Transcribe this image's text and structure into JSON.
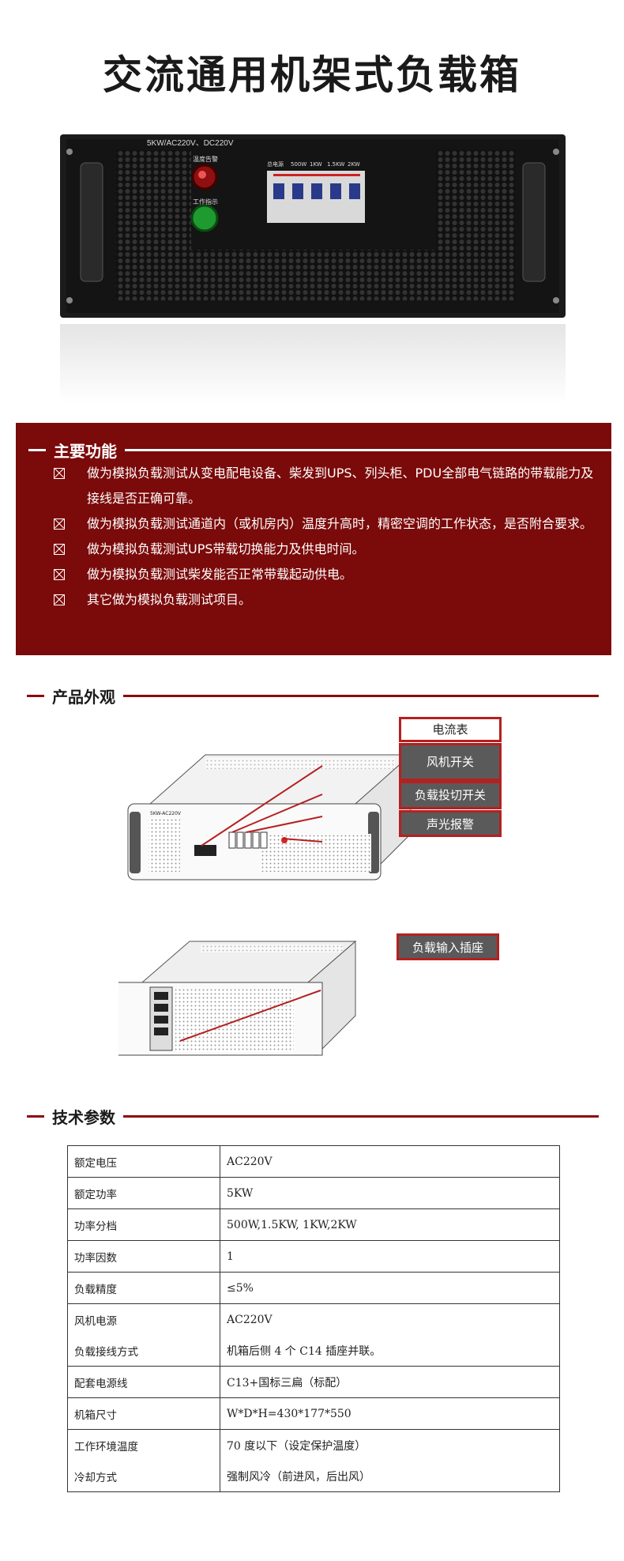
{
  "title": "交流通用机架式负载箱",
  "panel": {
    "model": "5KW/AC220V、DC220V",
    "temp_alarm": "温度告警",
    "work_indicator": "工作指示",
    "breaker_labels": [
      "总电源",
      "500W",
      "1KW",
      "1.5KW",
      "2KW"
    ]
  },
  "features": {
    "heading": "主要功能",
    "items": [
      "做为模拟负载测试从变电配电设备、柴发到UPS、列头柜、PDU全部电气链路的带载能力及接线是否正确可靠。",
      "做为模拟负载测试通道内（或机房内）温度升高时，精密空调的工作状态，是否附合要求。",
      "做为模拟负载测试UPS带载切换能力及供电时间。",
      "做为模拟负载测试柴发能否正常带载起动供电。",
      "其它做为模拟负载测试项目。"
    ]
  },
  "appearance": {
    "heading": "产品外观",
    "front_model": "5KW-AC220V",
    "callouts": [
      "电流表",
      "风机开关",
      "负载投切开关",
      "声光报警",
      "负载输入插座"
    ]
  },
  "specs": {
    "heading": "技术参数",
    "rows": [
      {
        "k": "额定电压",
        "v": "AC220V"
      },
      {
        "k": "额定功率",
        "v": "5KW"
      },
      {
        "k": "功率分档",
        "v": "500W,1.5KW, 1KW,2KW"
      },
      {
        "k": "功率因数",
        "v": "1"
      },
      {
        "k": "负载精度",
        "v": "≤5%"
      },
      {
        "k": "风机电源",
        "v": "AC220V"
      },
      {
        "k": "负载接线方式",
        "v": "机箱后侧 4 个 C14 插座并联。"
      },
      {
        "k": "配套电源线",
        "v": "C13+国标三扁（标配）"
      },
      {
        "k": "机箱尺寸",
        "v": "W*D*H=430*177*550"
      },
      {
        "k": "工作环境温度",
        "v": "70 度以下（设定保护温度）"
      },
      {
        "k": "冷却方式",
        "v": "强制风冷（前进风，后出风）"
      }
    ]
  }
}
